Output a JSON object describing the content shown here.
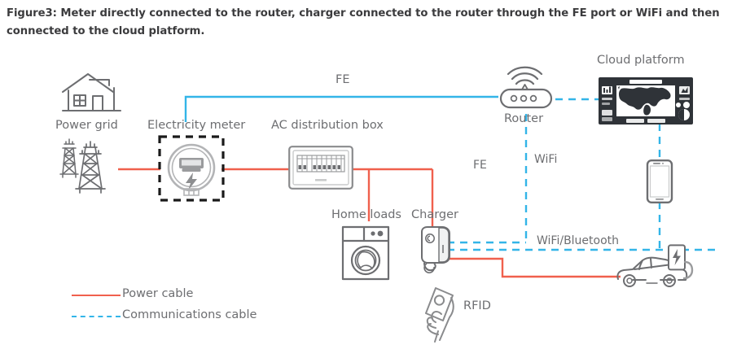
{
  "figure": {
    "caption": "Figure3: Meter directly connected to the router, charger connected to the router through the FE port or WiFi and then connected to the cloud platform."
  },
  "colors": {
    "power_cable": "#f0604d",
    "comms_cable": "#33b5e8",
    "icon_outline": "#6d6e71",
    "label_text": "#6d6e71",
    "caption_text": "#3b3b3d",
    "cloud_panel": "#2f3338"
  },
  "nodes": [
    {
      "id": "house",
      "label": "",
      "icon": "house-icon"
    },
    {
      "id": "power-grid",
      "label": "Power grid",
      "icon": "transmission-tower-icon"
    },
    {
      "id": "electricity-meter",
      "label": "Electricity meter",
      "icon": "electricity-meter-icon"
    },
    {
      "id": "ac-distribution-box",
      "label": "AC distribution box",
      "icon": "breaker-panel-icon"
    },
    {
      "id": "home-loads",
      "label": "Home loads",
      "icon": "washing-machine-icon"
    },
    {
      "id": "charger",
      "label": "Charger",
      "icon": "ev-wallbox-charger-icon"
    },
    {
      "id": "rfid",
      "label": "RFID",
      "icon": "hand-holding-rfid-card-icon"
    },
    {
      "id": "router",
      "label": "Router",
      "icon": "wifi-router-icon"
    },
    {
      "id": "cloud-platform",
      "label": "Cloud platform",
      "icon": "dashboard-monitor-icon"
    },
    {
      "id": "phone",
      "label": "",
      "icon": "smartphone-icon"
    },
    {
      "id": "vehicle",
      "label": "",
      "icon": "electric-car-icon"
    },
    {
      "id": "charging-post",
      "label": "",
      "icon": "charging-post-icon"
    }
  ],
  "connection_labels": {
    "fe_top": "FE",
    "fe_charger": "FE",
    "wifi": "WiFi",
    "wifi_bluetooth": "WiFi/Bluetooth"
  },
  "legend": {
    "items": [
      {
        "label": "Power cable",
        "style": "solid",
        "color": "#f0604d"
      },
      {
        "label": "Communications cable",
        "style": "dashed",
        "color": "#33b5e8"
      }
    ]
  }
}
